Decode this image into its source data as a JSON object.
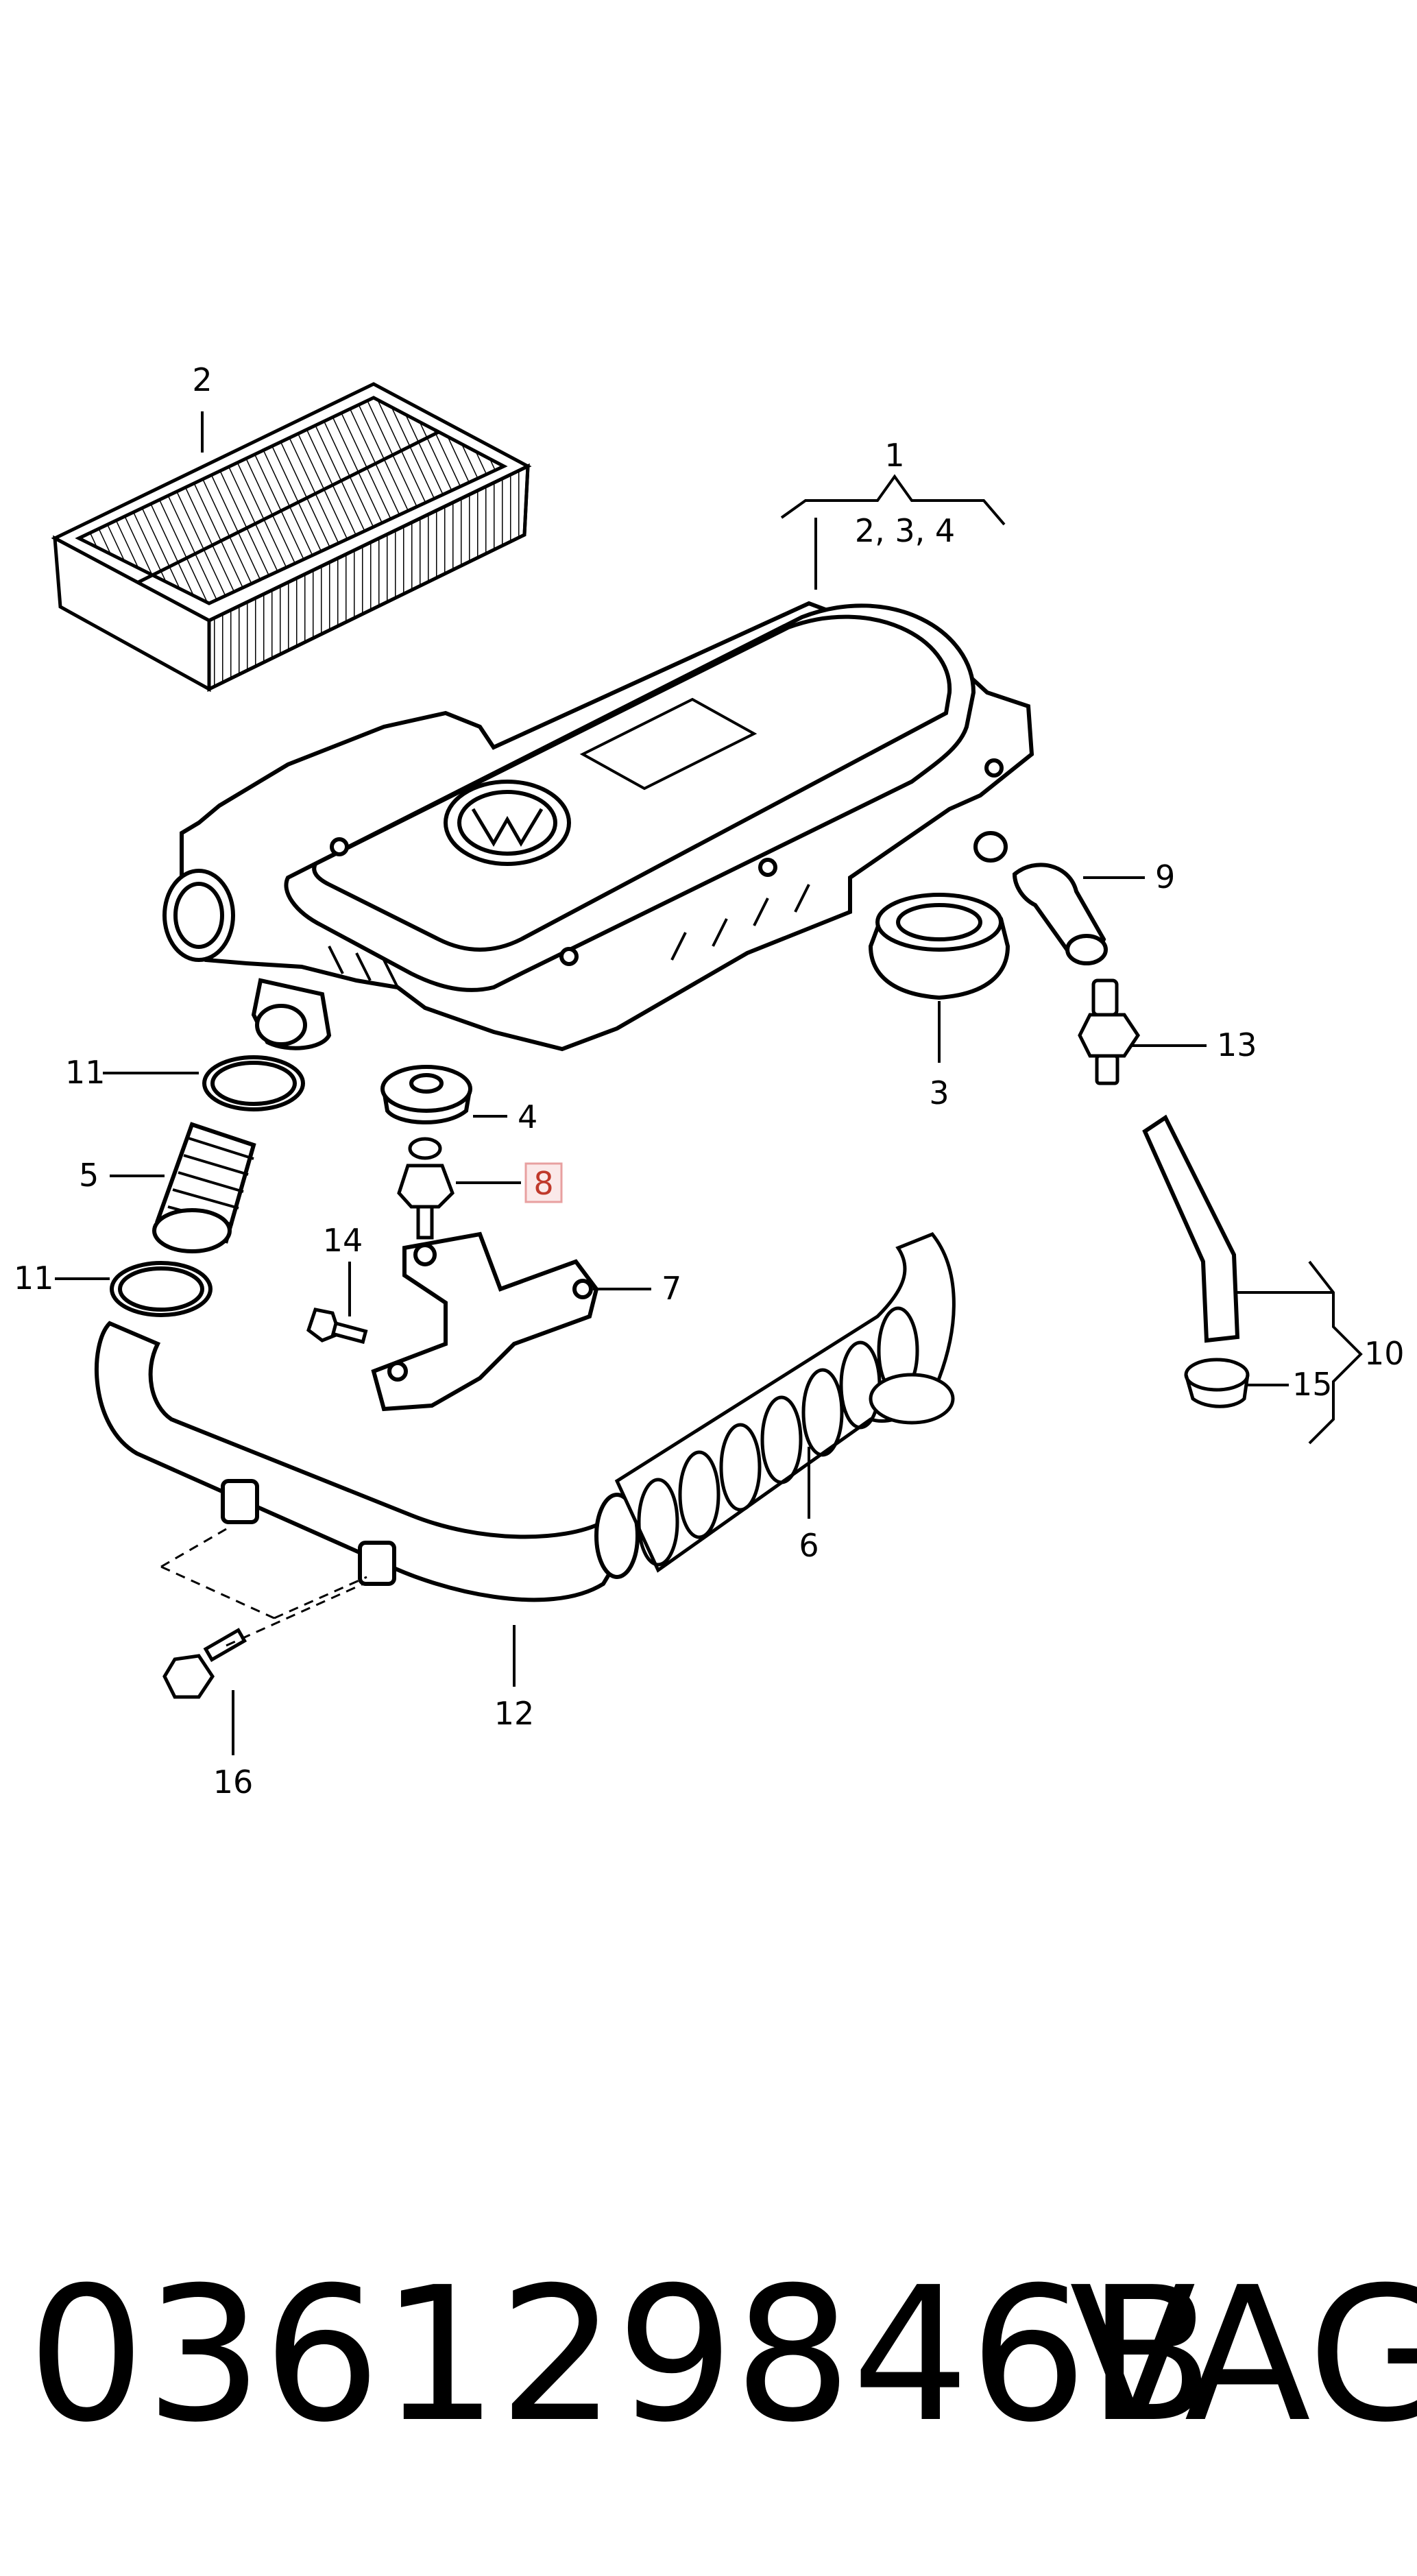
{
  "callouts": {
    "c1": "1",
    "c1_sub": "2, 3, 4",
    "c2": "2",
    "c3": "3",
    "c4": "4",
    "c5": "5",
    "c6": "6",
    "c7": "7",
    "c8": "8",
    "c9": "9",
    "c10": "10",
    "c11a": "11",
    "c11b": "11",
    "c12": "12",
    "c13": "13",
    "c14": "14",
    "c15": "15",
    "c16": "16"
  },
  "highlighted_callout": "8",
  "highlight_color": "#e8a0a0",
  "part_number": "036129846B",
  "brand": "VAG"
}
